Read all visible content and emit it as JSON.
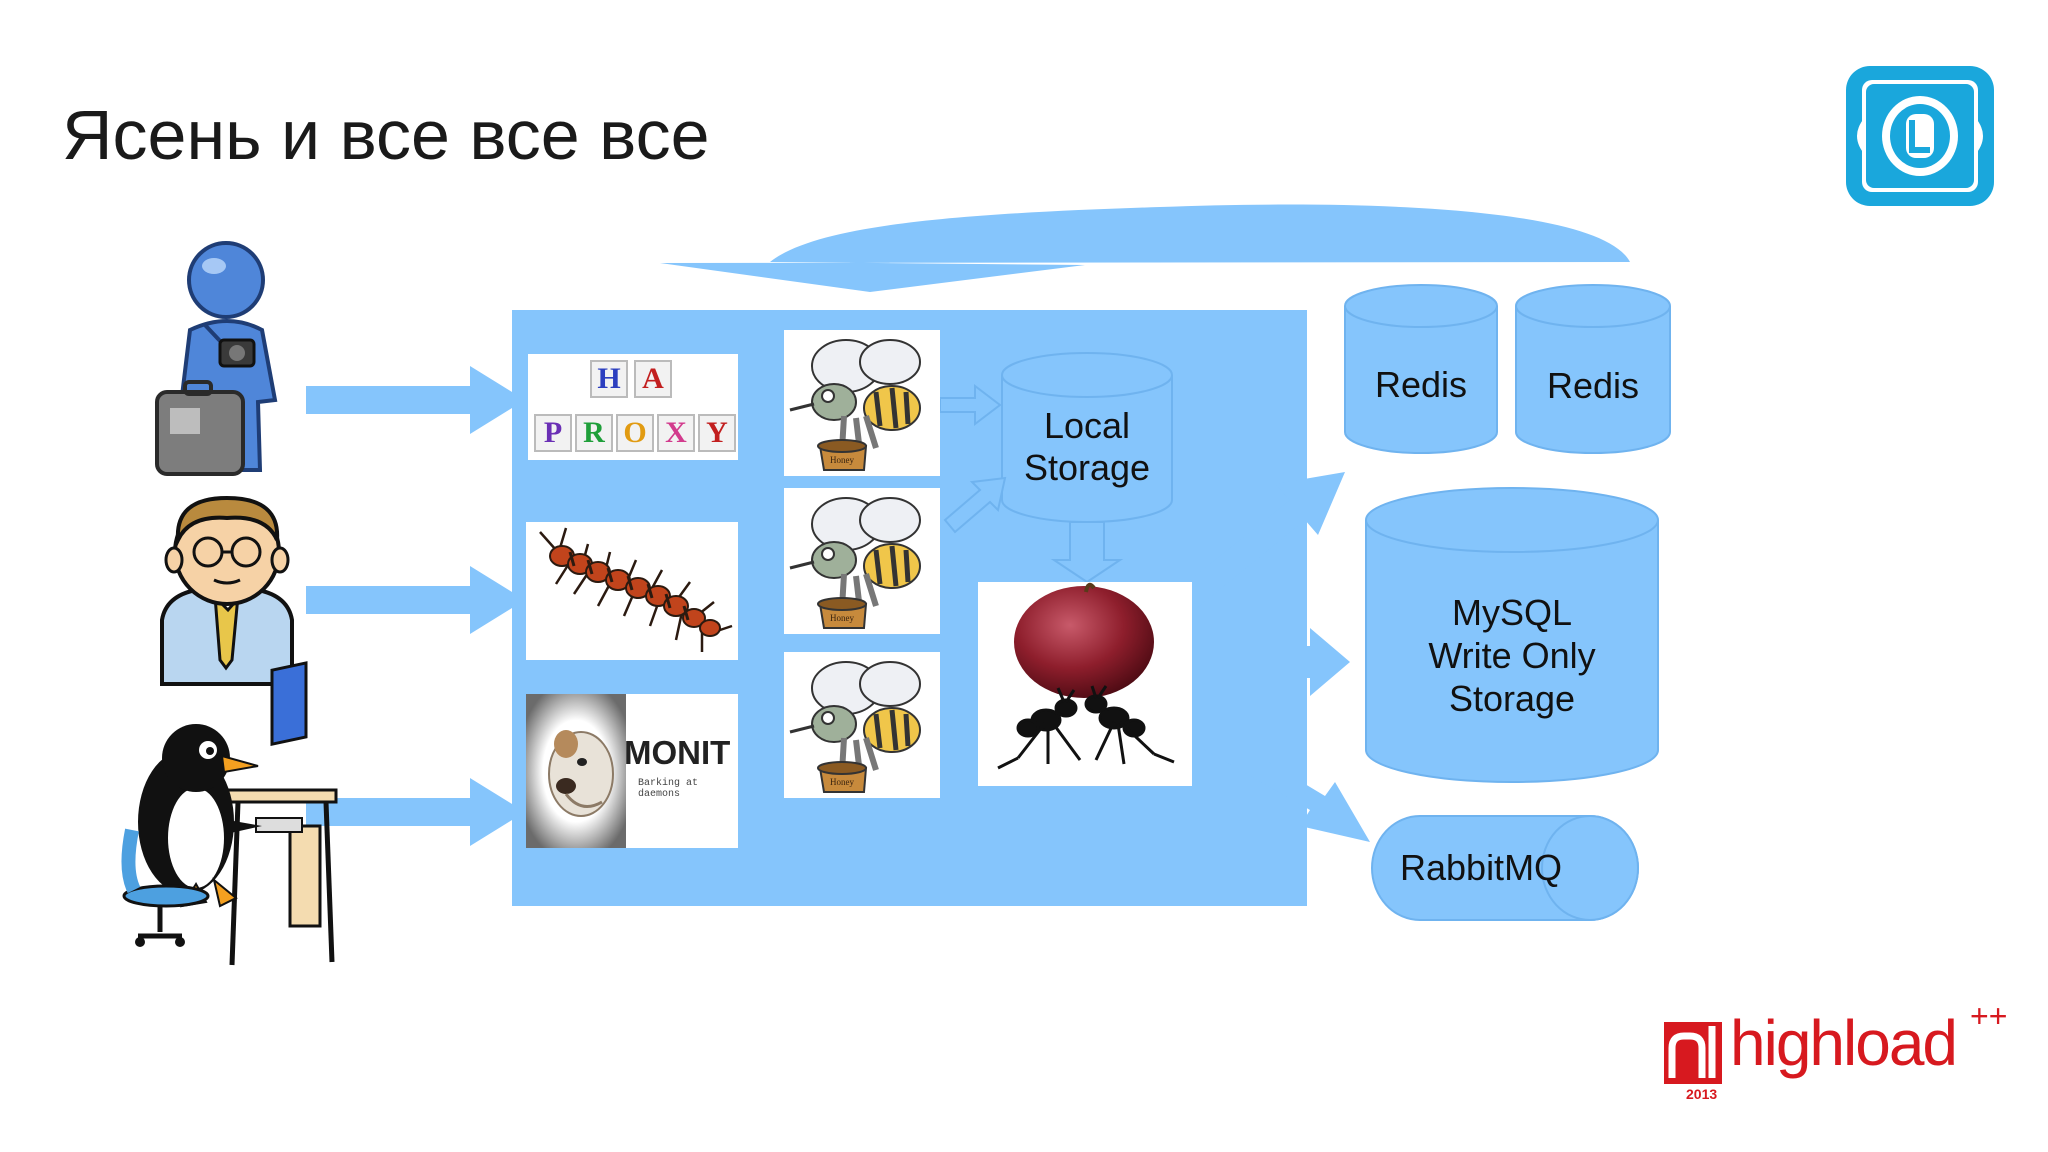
{
  "slide": {
    "title": "Ясень и все все все"
  },
  "colors": {
    "diagram_blue": "#85c5fc",
    "diagram_blue_dark": "#6fb3ef",
    "logo_blue": "#1aa7dc",
    "highload_red": "#d7191f",
    "highload_gray": "#6d6e70"
  },
  "clients": [
    {
      "name": "tourist-with-camera-and-suitcase",
      "icon": "tourist-icon"
    },
    {
      "name": "office-man-with-glasses",
      "icon": "man-icon"
    },
    {
      "name": "penguin-at-computer",
      "icon": "penguin-icon"
    }
  ],
  "proxy_layer": {
    "haproxy": {
      "top_letters": [
        "H",
        "A"
      ],
      "bottom_letters": [
        "P",
        "R",
        "O",
        "X",
        "Y"
      ],
      "letter_colors": [
        "#2c3fbf",
        "#c21f1f",
        "#6a2fb5",
        "#1f9f3a",
        "#e19b12",
        "#d23b8d",
        "#c21f1f"
      ]
    },
    "centipede": {
      "icon": "centipede-icon"
    },
    "monit": {
      "name": "MONIT",
      "tagline": "Barking at daemons",
      "icon": "bulldog-icon"
    }
  },
  "workers": [
    {
      "icon": "bee-on-honey-pot-icon",
      "pot_label": "Honey"
    },
    {
      "icon": "bee-on-honey-pot-icon",
      "pot_label": "Honey"
    },
    {
      "icon": "bee-on-honey-pot-icon",
      "pot_label": "Honey"
    }
  ],
  "storage": {
    "local": {
      "line1": "Local",
      "line2": "Storage"
    },
    "collector": {
      "icon": "ants-carrying-apple-icon"
    }
  },
  "backends": {
    "redis_1": "Redis",
    "redis_2": "Redis",
    "mysql": {
      "line1": "MySQL",
      "line2": "Write Only",
      "line3": "Storage"
    },
    "rabbitmq": "RabbitMQ"
  },
  "branding": {
    "conf_logo_brand": "highload",
    "conf_logo_sup": "++",
    "conf_logo_year": "2013",
    "company_logo": "company-logo-icon"
  }
}
